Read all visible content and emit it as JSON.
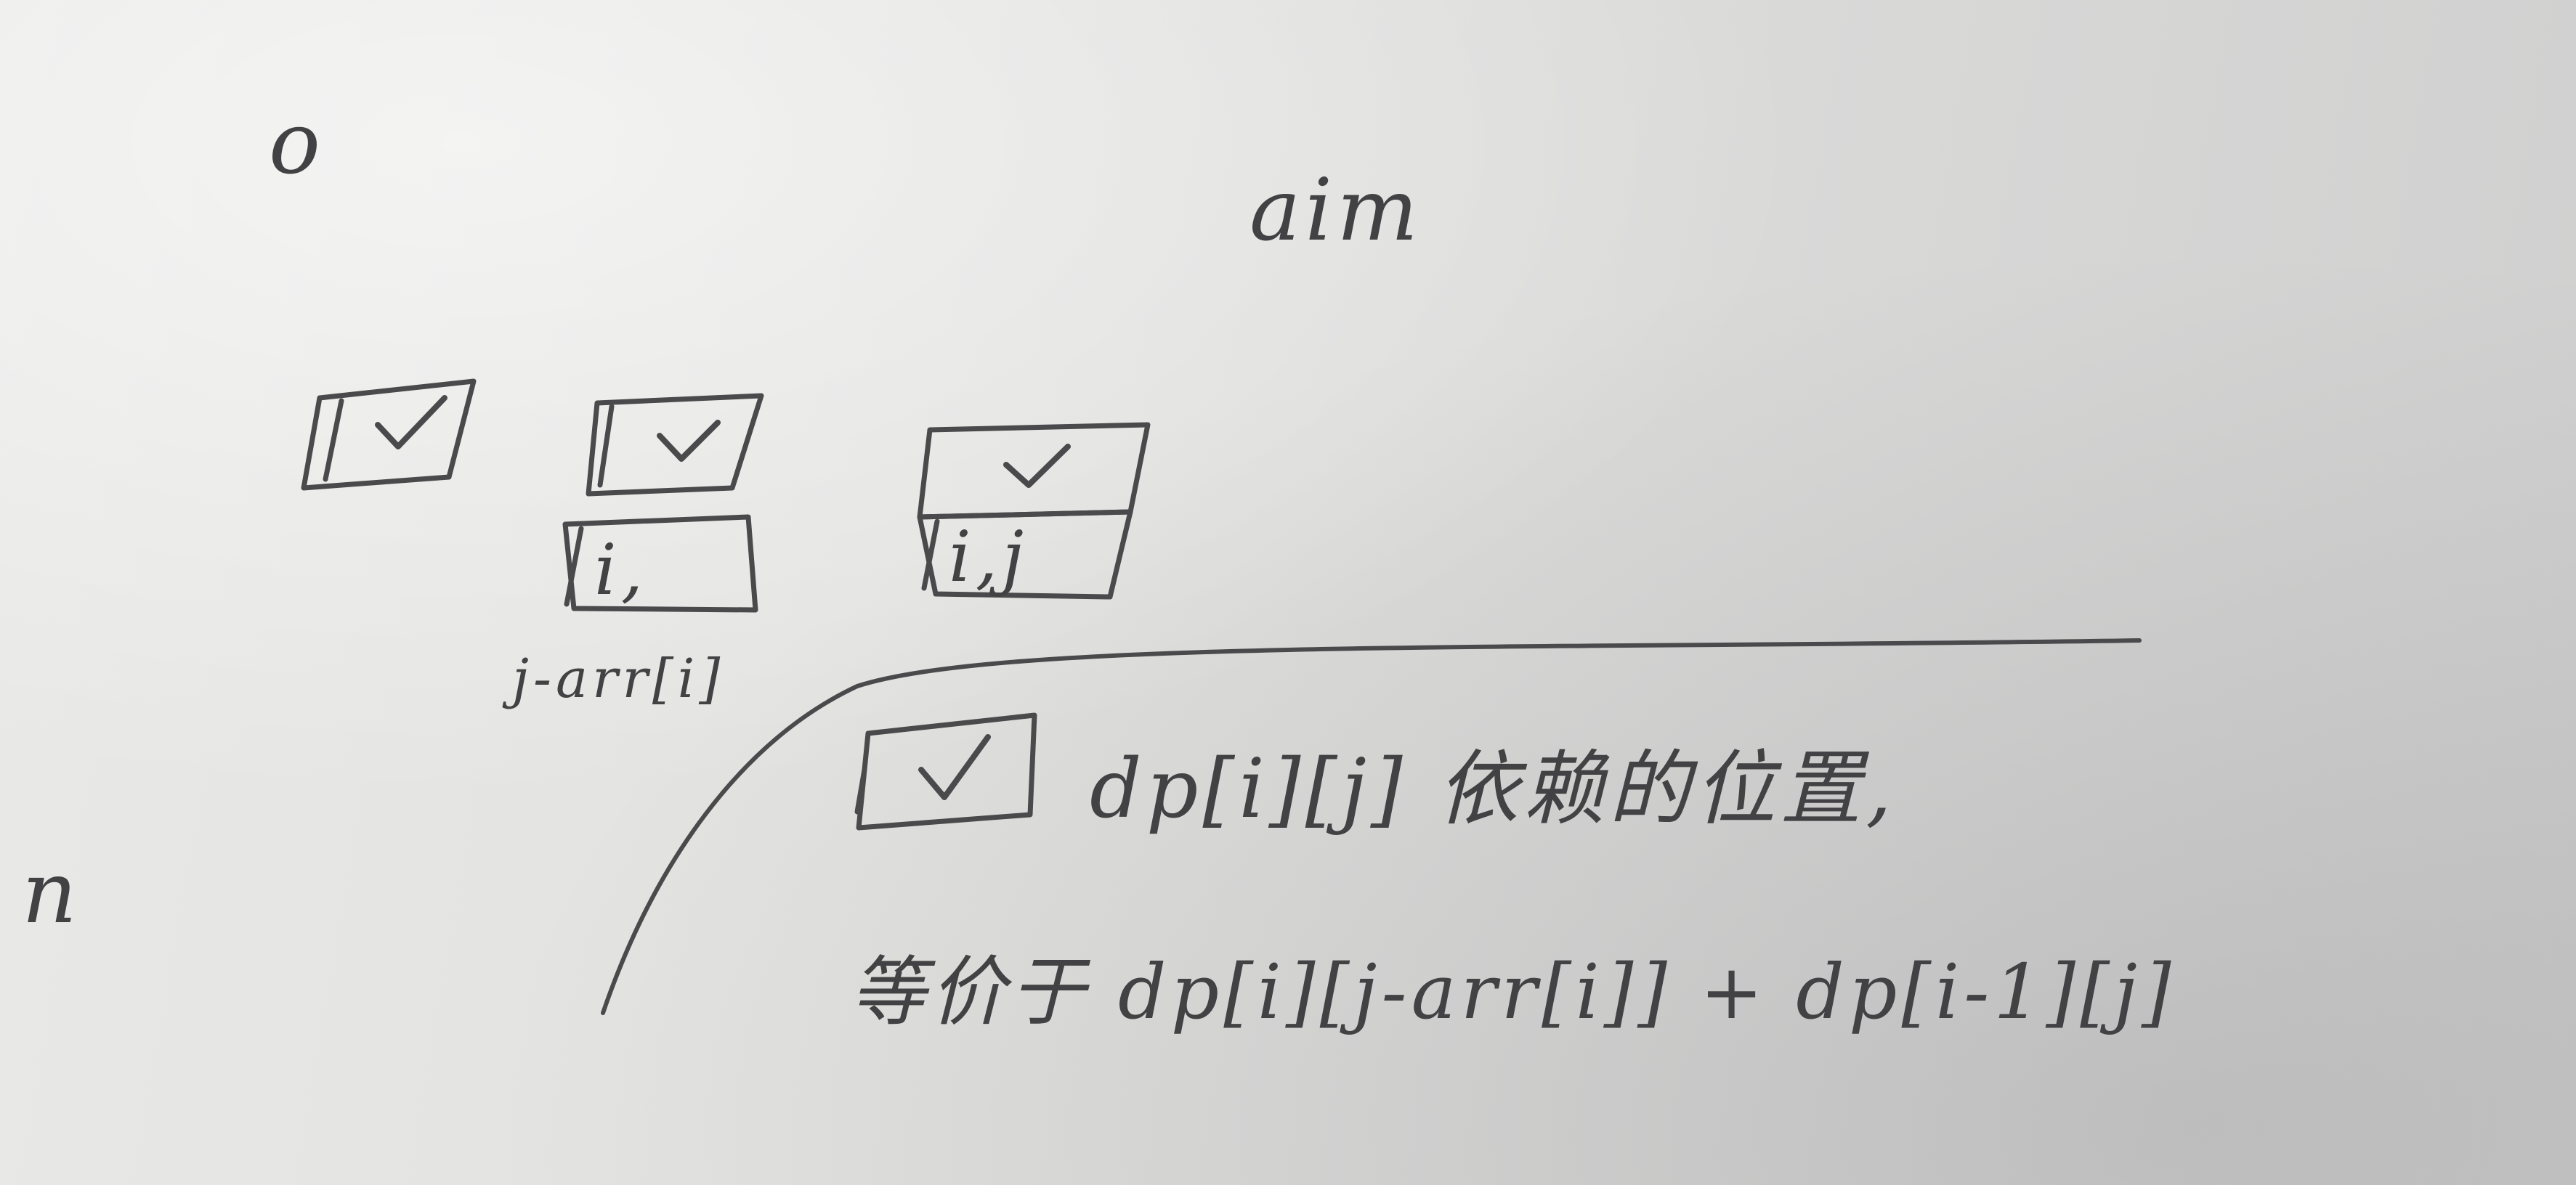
{
  "colors": {
    "paper": "#e2e2e0",
    "ink": "#4a4a4c"
  },
  "labels": {
    "origin": "o",
    "aim": "aim",
    "n": "n",
    "box_current_left": "i,",
    "box_current_right": "i,j",
    "index_note": "j-arr[i]"
  },
  "annotation": {
    "line1": "dp[i][j] 依赖的位置,",
    "line2": "等价于 dp[i][j-arr[i]] + dp[i-1][j]"
  },
  "icons": {
    "check_mark": "check-icon"
  }
}
